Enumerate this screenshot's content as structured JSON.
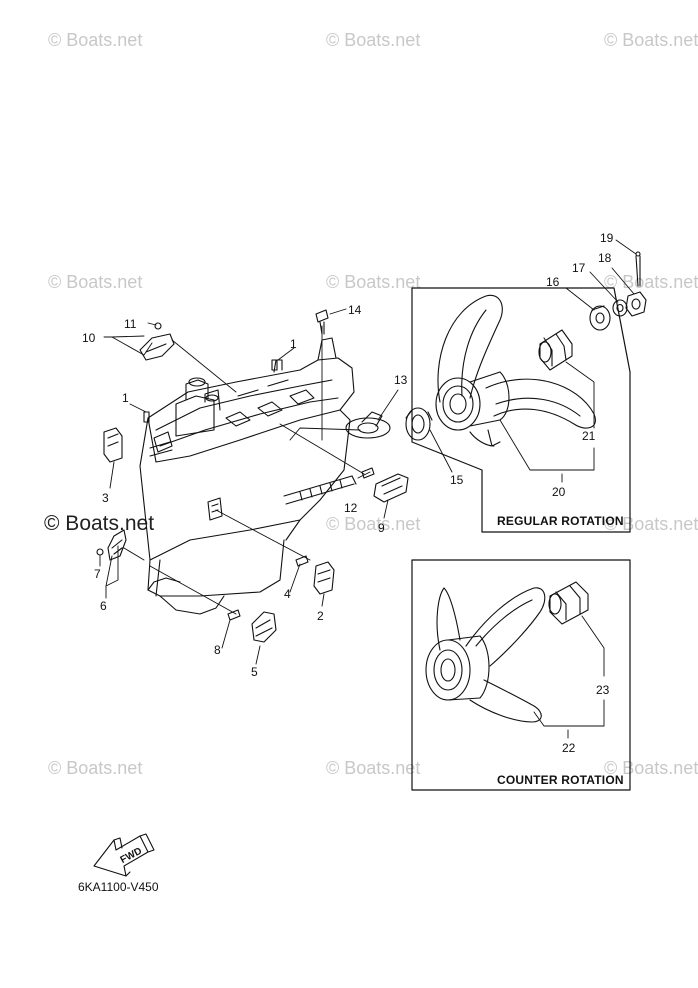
{
  "watermark": "© Boats.net",
  "callouts": [
    "1",
    "1",
    "2",
    "3",
    "4",
    "5",
    "6",
    "7",
    "8",
    "9",
    "10",
    "11",
    "12",
    "13",
    "14",
    "15",
    "16",
    "17",
    "18",
    "19",
    "20",
    "21",
    "22",
    "23"
  ],
  "boxes": {
    "regular": "REGULAR ROTATION",
    "counter": "COUNTER ROTATION"
  },
  "fwd_label": "FWD",
  "diagram_code": "6KA1100-V450"
}
